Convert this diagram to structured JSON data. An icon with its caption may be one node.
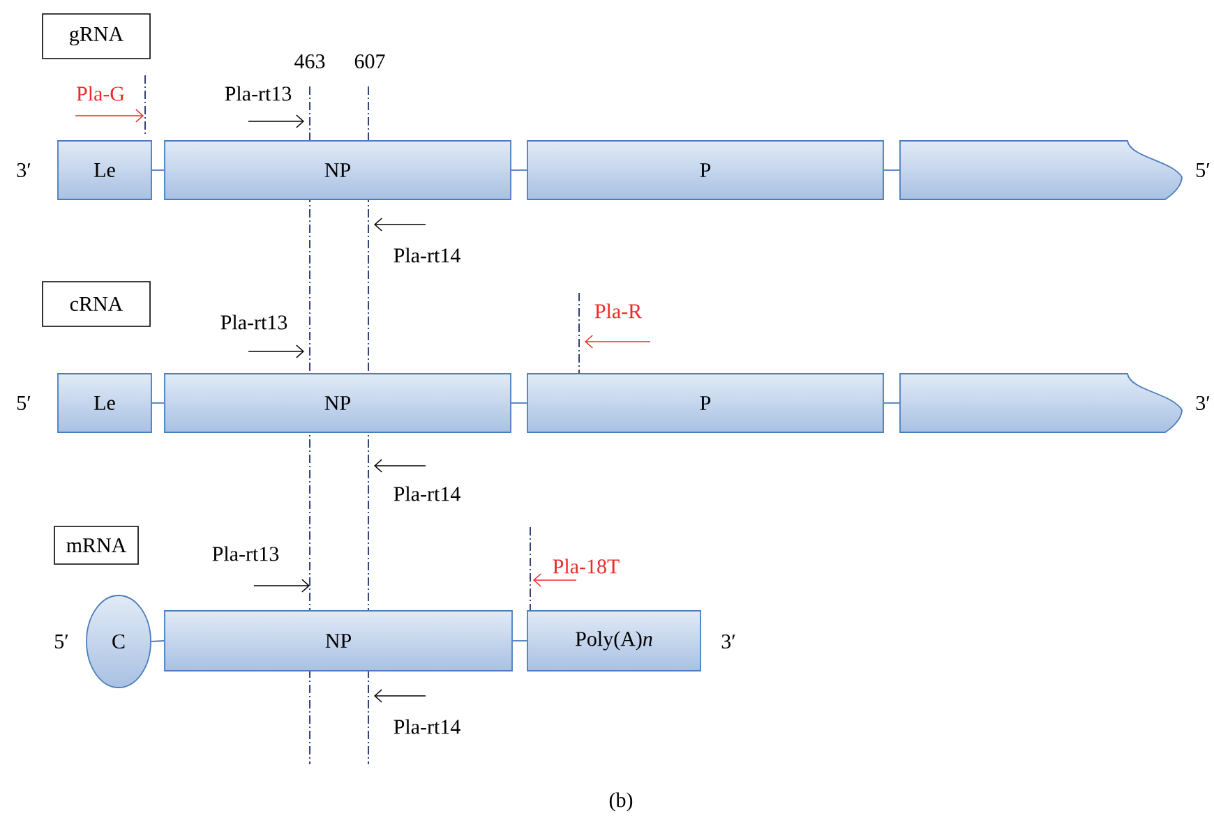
{
  "diagram": {
    "caption": "(b)",
    "nodes": [
      {
        "text": [
          "gRNA"
        ]
      },
      {
        "text": [
          "Le"
        ]
      },
      {
        "text": [
          "NP"
        ]
      },
      {
        "text": [
          "P"
        ]
      },
      {
        "text": [],
        "shape": "box"
      },
      {
        "text": [
          "cRNA"
        ]
      },
      {
        "text": [
          "Le"
        ]
      },
      {
        "text": [
          "NP"
        ]
      },
      {
        "text": [
          "P"
        ]
      },
      {
        "text": [],
        "shape": "box"
      },
      {
        "text": [
          "mRNA"
        ]
      },
      {
        "text": [
          "C"
        ]
      },
      {
        "text": [
          "NP"
        ]
      },
      {
        "text": [
          "Poly(A)*n*"
        ]
      }
    ],
    "edges": [
      {
        "from": 1,
        "to": 2,
        "arrow": "none"
      },
      {
        "from": 2,
        "to": 3,
        "arrow": "none"
      },
      {
        "from": 3,
        "to": 4,
        "arrow": "none"
      },
      {
        "from": 6,
        "to": 7,
        "arrow": "none"
      },
      {
        "from": 7,
        "to": 8,
        "arrow": "none"
      },
      {
        "from": 8,
        "to": 9,
        "arrow": "none"
      },
      {
        "from": 11,
        "to": 12,
        "arrow": "none"
      },
      {
        "from": 12,
        "to": 13,
        "arrow": "none"
      }
    ],
    "labels": [
      "463",
      "607",
      "Pla-G",
      "Pla-rt13",
      "3′",
      "5′",
      "Pla-rt14",
      "Pla-rt13",
      "Pla-R",
      "5′",
      "3′",
      "Pla-rt14",
      "Pla-rt13",
      "Pla-18T",
      "5′",
      "3′",
      "Pla-rt14"
    ]
  }
}
